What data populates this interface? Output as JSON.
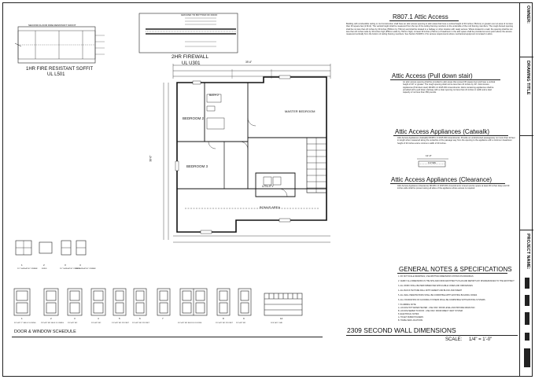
{
  "titleblock": {
    "owner_label": "OWNER:",
    "drawing_title_label": "DRAWING TITLE",
    "project_name_label": "PROJECT NAME:"
  },
  "details": {
    "soffit_note": "SECOND FLOOR FIRE RESISTANT SOFFIT",
    "soffit_title": "1HR FIRE RESISTANT SOFFIT",
    "soffit_sub": "UL L501",
    "firewall_note": "GROUND TO BOTTOM OF ROOF",
    "firewall_title": "2HR FIREWALL",
    "firewall_sub": "UL U301"
  },
  "plan": {
    "rooms": [
      "BEDROOM 2",
      "MASTER BEDROOM",
      "BEDROOM 3",
      "BATH 2",
      "UTILITY",
      "BONUS AREA"
    ],
    "overall_width": "39'-6\"",
    "overall_depth": "38'-6\""
  },
  "attic_access": {
    "title": "R807.1 Attic Access",
    "text": "Building with combustible ceiling or roof construction shall have an attic access opening to attic areas that have a vertical height of 30 inches (762mm) or greater over an area of not less than 30 square feet (2.8m2). The vertical height shall be measured from the top of the ceiling framing members to the underside of the roof framing members. The rough-framed opening shall be not less than 22 inches by 30 inches (559mm by 762mm) and shall be located in a hallway or other location with ready access. Where located in a wall, the opening shall be not less than 22 inches wide by 30 inches high (559mm wide by 762mm high). At least 30 inches (762mm) of headroom in the attic space shall be provided at some point above the access measured vertically from the bottom of ceiling framing members. See Section M1305.1.3 for access requirements where mechanical equipment is located in attics."
  },
  "pull_down": {
    "title": "Attic Access (Pull down stair)",
    "text": "An attic access opening shall be provided to attic areas that exceed 30 square feet and have a vertical height of 30\" or greater. The rough opening shall not be less than 22 inches by 30\". Attic Access Appliances (Pull down stair) M1305.1.3 2015 IRC Amendments: Attics containing appliances shall be provided with a pull down stairway with a clear opening not less than 22 inches in width and a load capacity of not less than 350 pounds."
  },
  "catwalk": {
    "title": "Attic Access Appliances (Catwalk)",
    "text": "Attic Access Appliances (Catwalk) M1305.1.3 2015 IRC Amendments: Provide an unobstructed passageway not more than 20 feet in length when measured along the centerline of the passage way from the opening to the appliance with a minimum headroom height of 30 inches and a minimum width of 30 inches.",
    "dim": "12'-0\"",
    "label": "3'-0\" MIN"
  },
  "clearance": {
    "title": "Attic Access Appliances (Clearance)",
    "text": "Attic Access Appliance (Clearance) M1305.1.3 2015 IRC Amendments: A level service space at least 30 inches deep and 30 inches wide shall be present along all sides of the appliance where access is required."
  },
  "notes": {
    "title": "GENERAL NOTES & SPECIFICATIONS",
    "items": [
      "1. DO NOT SCALE DRAWINGS, USE WRITTEN DIMENSIONS SHOWN ON DRAWINGS",
      "2. VERIFY ALL DIMENSIONS IN THE SITE AND FROM ARCHITECT'S PLAN AND REPORT ANY DISCREPANCIES TO THE ARCHITECT",
      "3. ALL WORK SHALL BE PERFORMED PER APPLICABLE CODES AND ORDINANCES",
      "4. ALL BLOCK TEXTURE WALL WITH CEMENT AND BLOCK AND INSERT",
      "5. ALL WALL PENETRATIONS SHALL BE COMPATIBLE WITH EXISTING BUILDING CODES",
      "6. ALL FOUNDATION OF FLOORING SYSTEMS SHALL BE COMPATIBLE WITH EXISTING SYSTEMS",
      "7. PLUMBING NOTE:",
      "   A. LOCATE HOT WATER HEATER - USE ONLY FROM LEVEL AND PROVIDE DRAIN PAN",
      "   B. LOCATE SEWER TO ROOF - USE ONLY FROM DIRECT VENT SYSTEM",
      "8. ELECTRICAL NOTES:",
      "   A. TOILET PAPER HOLDERS",
      "   B. TOWEL BAR LOCATIONS"
    ]
  },
  "schedule": {
    "title": "DOOR & WINDOW SCHEDULE",
    "windows": [
      {
        "num": "1",
        "label": "2'0\" SH/FLAT BY OWNER"
      },
      {
        "num": "2",
        "label": "FIXED"
      },
      {
        "num": "3",
        "label": "2'0\" SH/FLAT BY OWNER"
      },
      {
        "num": "4",
        "label": "2'0\" SH/FLAT BY OWNER"
      }
    ],
    "doors": [
      {
        "num": "1",
        "label": "3'0\"x6'8\" 1\" SELF CLOSING"
      },
      {
        "num": "2",
        "label": "2'8\"x6'8\" MC SELF CLOSING"
      },
      {
        "num": "3",
        "label": "2'6\"x6'8\" MC"
      },
      {
        "num": "4",
        "label": "2'6\"x6'8\" MC"
      },
      {
        "num": "5",
        "label": "2'4\"x6'8\" MC POCKET"
      },
      {
        "num": "6",
        "label": "2'6\"x6'8\" MC POCKET"
      },
      {
        "num": "7",
        "label": "5'0\"x6'8\" MC BI-FOLD DOORS"
      },
      {
        "num": "8",
        "label": "2'0\"x6'8\" MC POCKET"
      },
      {
        "num": "9",
        "label": "2'0\"x6'8\" MC"
      },
      {
        "num": "10",
        "label": "16'0\"x8'0\" OHD"
      }
    ]
  },
  "sheet": {
    "title": "2309 SECOND WALL DIMENSIONS",
    "scale_label": "SCALE:",
    "scale_value": "1/4\" = 1'-0\""
  }
}
